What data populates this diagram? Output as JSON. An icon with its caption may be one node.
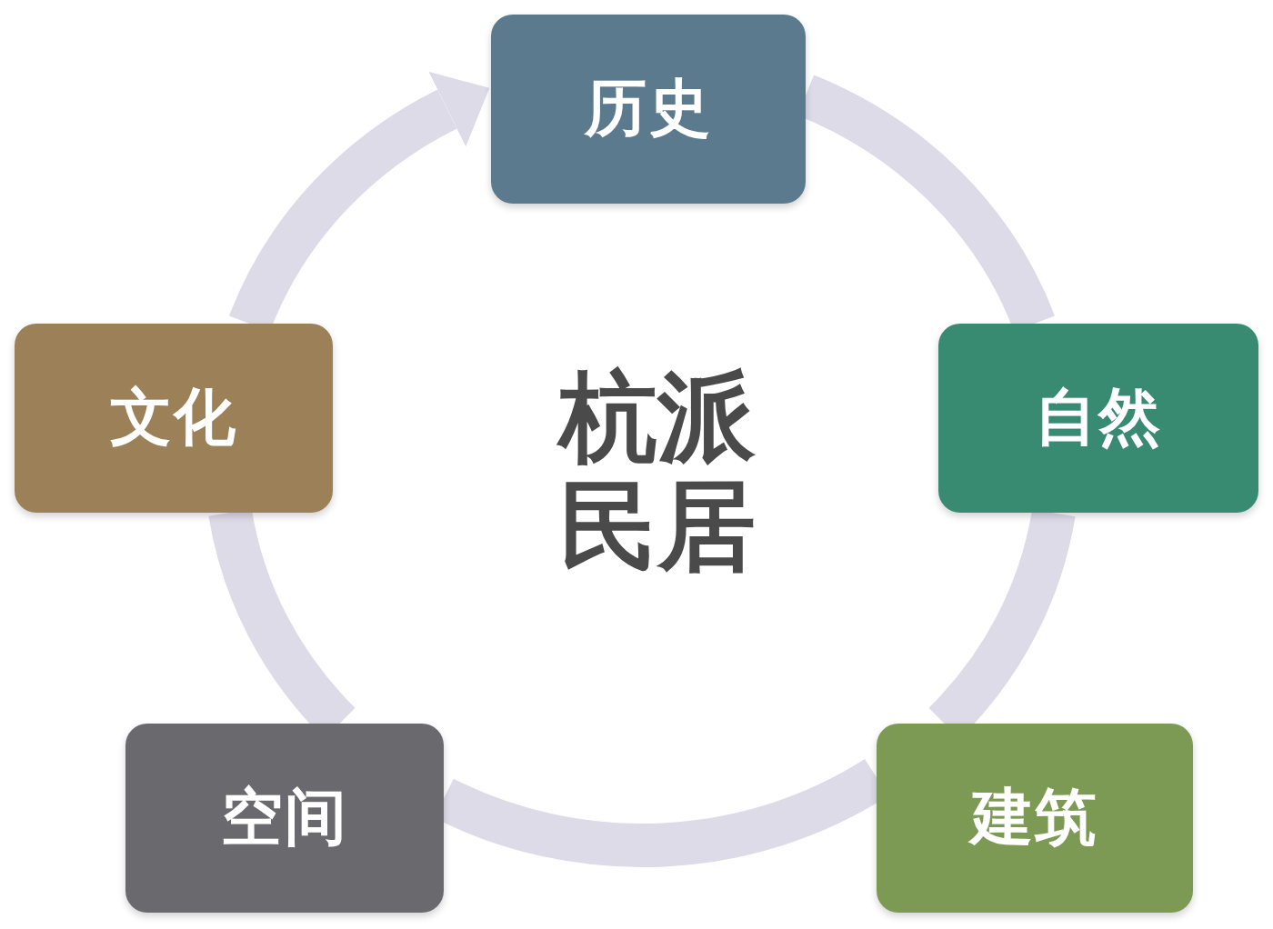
{
  "diagram": {
    "nodes": [
      {
        "text": [
          "历史"
        ]
      },
      {
        "text": [
          "自然"
        ]
      },
      {
        "text": [
          "建筑"
        ]
      },
      {
        "text": [
          "空间"
        ]
      },
      {
        "text": [
          "文化"
        ]
      }
    ],
    "edges": [
      {
        "from": 0,
        "to": 1,
        "arrow": "none"
      },
      {
        "from": 1,
        "to": 2,
        "arrow": "none"
      },
      {
        "from": 2,
        "to": 3,
        "arrow": "none"
      },
      {
        "from": 3,
        "to": 4,
        "arrow": "none"
      },
      {
        "from": 4,
        "to": 0,
        "arrow": "to"
      }
    ],
    "labels": [
      "杭派民居"
    ]
  }
}
